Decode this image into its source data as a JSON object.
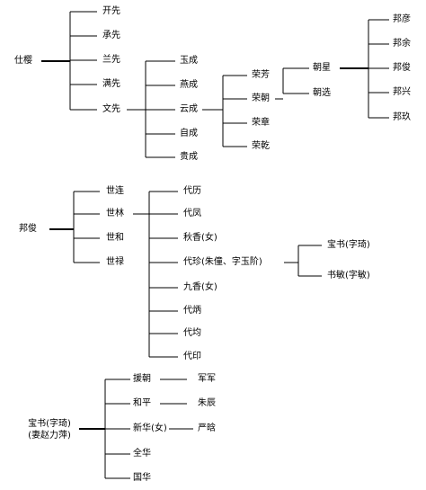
{
  "tree1": {
    "root": "仕樱",
    "sons": [
      "开先",
      "承先",
      "兰先",
      "满先",
      "文先"
    ],
    "wenxian_sons": [
      "玉成",
      "燕成",
      "云成",
      "自成",
      "贵成"
    ],
    "yuncheng_sons": [
      "荣芳",
      "荣朝",
      "荣章",
      "荣乾"
    ],
    "rongchao_sons": [
      "朝星",
      "朝选"
    ],
    "chaoxing_sons": [
      "邦彦",
      "邦余",
      "邦俊",
      "邦兴",
      "邦玖"
    ]
  },
  "tree2": {
    "root": "邦俊",
    "sons": [
      "世连",
      "世林",
      "世和",
      "世禄"
    ],
    "shilin_children": [
      "代历",
      "代凤",
      "秋香(女)",
      "代珍(朱僮、字玉阶)",
      "九香(女)",
      "代炳",
      "代均",
      "代印"
    ],
    "daizhen_sons": [
      "宝书(字琦)",
      "书敏(字敏)"
    ]
  },
  "tree3": {
    "root_line1": "宝书(字琦)",
    "root_line2": "(妻赵力萍)",
    "children": [
      "援朝",
      "和平",
      "新华(女)",
      "全华",
      "国华"
    ],
    "grandchildren": [
      "军军",
      "朱辰",
      "严晗"
    ]
  }
}
